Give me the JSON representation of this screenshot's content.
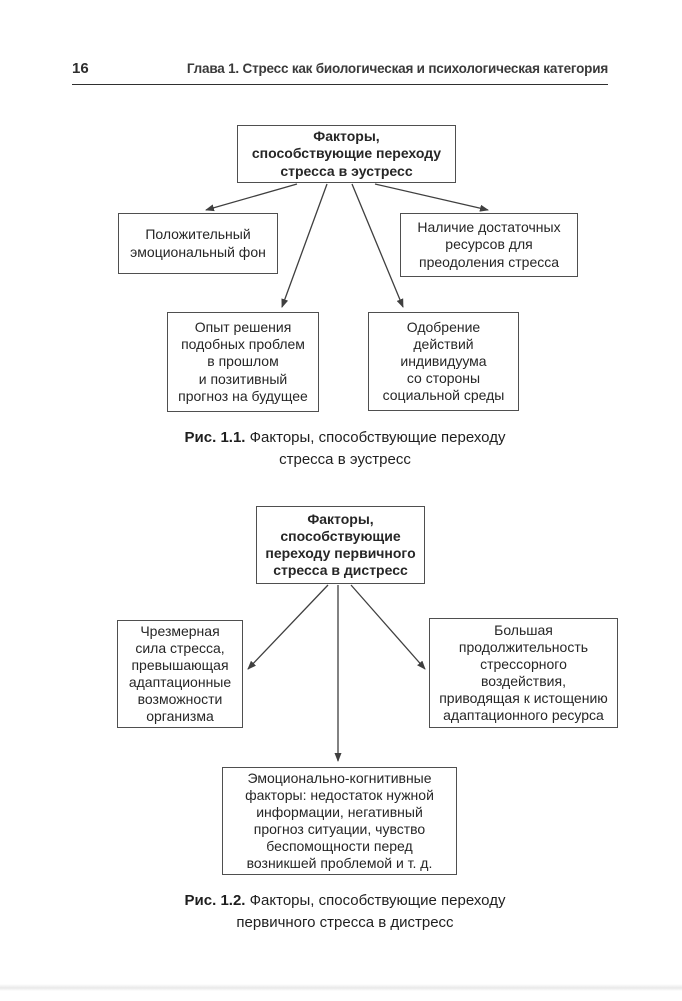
{
  "page": {
    "number": "16",
    "running_head": "Глава 1. Стресс как биологическая и психологическая категория"
  },
  "diagram1": {
    "top": "Факторы,\nспособствующие переходу\nстресса в эустресс",
    "left": "Положительный\nэмоциональный фон",
    "right": "Наличие достаточных\nресурсов для\nпреодоления стресса",
    "mid_left": "Опыт решения\nподобных проблем\nв прошлом\nи позитивный\nпрогноз на будущее",
    "mid_right": "Одобрение\nдействий\nиндивидуума\nсо стороны\nсоциальной среды",
    "caption_label": "Рис. 1.1.",
    "caption_text": "Факторы, способствующие переходу\nстресса в эустресс"
  },
  "diagram2": {
    "top": "Факторы,\nспособствующие\nпереходу первичного\nстресса в дистресс",
    "left": "Чрезмерная\nсила стресса,\nпревышающая\nадаптационные\nвозможности\nорганизма",
    "right": "Большая\nпродолжительность\nстрессорного\nвоздействия,\nприводящая к истощению\nадаптационного ресурса",
    "bottom": "Эмоционально-когнитивные\nфакторы: недостаток нужной\nинформации, негативный\nпрогноз ситуации, чувство\nбеспомощности перед\nвозникшей проблемой и т. д.",
    "caption_label": "Рис. 1.2.",
    "caption_text": "Факторы, способствующие переходу\nпервичного стресса в дистресс"
  },
  "colors": {
    "text": "#262626",
    "box_border": "#4f4f4f",
    "header_rule": "#2f2f2f",
    "arrow": "#3f3f3f"
  }
}
